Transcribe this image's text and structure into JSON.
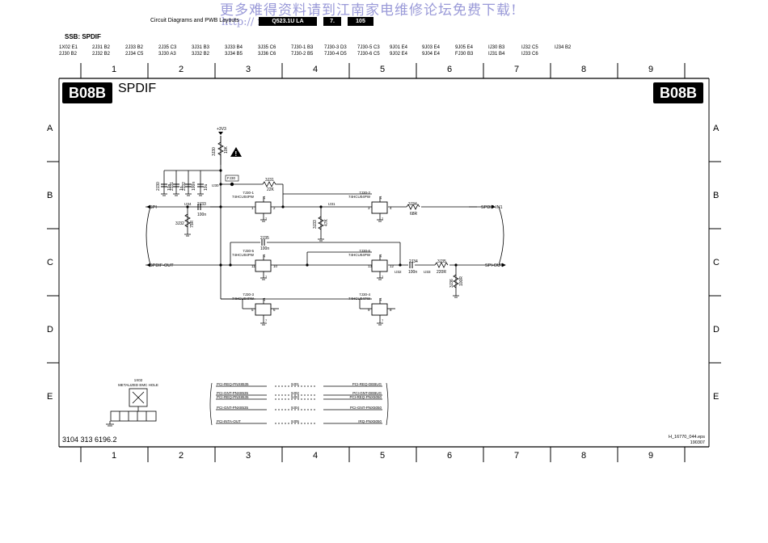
{
  "watermark": {
    "line1": "更多难得资料请到江南家电维修论坛免费下载!",
    "line2": "http://                              m"
  },
  "header": {
    "title": "Circuit Diagrams and PWB Layouts",
    "model": "Q523.1U LA",
    "section": "7.",
    "page": "105"
  },
  "ssb_title": "SSB: SPDIF",
  "refs": [
    [
      "1X02 E1",
      "2J30 B2"
    ],
    [
      "2J31 B2",
      "2J32 B2"
    ],
    [
      "2J33 B2",
      "2J34 C5"
    ],
    [
      "2J35 C3",
      "3J30 A3"
    ],
    [
      "3J31 B3",
      "3J32 B2"
    ],
    [
      "3J33 B4",
      "3J34 B5"
    ],
    [
      "3J35 C6",
      "3J36 C6"
    ],
    [
      "7J30-1 B3",
      "7J30-2 B5"
    ],
    [
      "7J30-3 D3",
      "7J30-4 D5"
    ],
    [
      "7J30-5 C3",
      "7J30-6 C5"
    ],
    [
      "9J01 E4",
      "9J02 E4"
    ],
    [
      "9J03 E4",
      "9J04 E4"
    ],
    [
      "9J05 E4",
      "FJ30 B3"
    ],
    [
      "IJ30 B3",
      "IJ31 B4"
    ],
    [
      "IJ32 C5",
      "IJ33 C6"
    ],
    [
      "IJ34 B2",
      ""
    ]
  ],
  "columns": [
    "1",
    "2",
    "3",
    "4",
    "5",
    "6",
    "7",
    "8",
    "9"
  ],
  "rows": [
    "A",
    "B",
    "C",
    "D",
    "E"
  ],
  "sheet": {
    "code": "B08B",
    "title": "SPDIF",
    "doc_number": "3104 313 6196.2",
    "eps_file": "H_16770_044.eps",
    "eps_date": "190307"
  },
  "schematic": {
    "supply": "+3V3",
    "nets": {
      "spi": "SPI",
      "spdif_in1": "SPDIF-IN1",
      "spdif_out": "SPDIF-OUT",
      "spi_out": "SPI-OUT"
    },
    "ic_type": "74HCU04PW",
    "gates": [
      {
        "ref": "7J30-1",
        "in": "1",
        "out": "2"
      },
      {
        "ref": "7J30-2",
        "in": "3",
        "out": "4"
      },
      {
        "ref": "7J30-5",
        "in": "11",
        "out": "10"
      },
      {
        "ref": "7J30-6",
        "in": "13",
        "out": "12"
      },
      {
        "ref": "7J30-3",
        "in": "5",
        "out": "6"
      },
      {
        "ref": "7J30-4",
        "in": "9",
        "out": "8"
      }
    ],
    "pin_vcc": "14",
    "pin_gnd": "7",
    "parts": {
      "r3j30": {
        "ref": "3J30",
        "val": "10K"
      },
      "r3j31": {
        "ref": "3J31",
        "val": "22K"
      },
      "r3j32": {
        "ref": "3J32",
        "val": "75R"
      },
      "r3j33": {
        "ref": "3J33",
        "val": "47K"
      },
      "r3j34": {
        "ref": "3J34",
        "val": "68R"
      },
      "r3j35": {
        "ref": "3J35",
        "val": "220R"
      },
      "r3j36": {
        "ref": "3J36",
        "val": "100R"
      },
      "c2j30": {
        "ref": "2J30",
        "val": "10n"
      },
      "c2j31": {
        "ref": "2J31",
        "val": "1n"
      },
      "c2j32": {
        "ref": "2J32",
        "val": "100n"
      },
      "c2j33": {
        "ref": "2J33",
        "val": "100n"
      },
      "c2j34": {
        "ref": "2J34",
        "val": "100n"
      },
      "c2j35": {
        "ref": "2J35",
        "val": "100n"
      },
      "c10u": {
        "val": "10u"
      },
      "fj30": "FJ30",
      "ij30": "IJ30",
      "ij31": "IJ31",
      "ij32": "IJ32",
      "ij33": "IJ33",
      "ij34": "IJ34"
    },
    "hole": {
      "ref": "1X02",
      "label": "METALIZED EMC HOLE"
    },
    "jumpers": [
      {
        "left": "PCI-REQ-PNX8535",
        "ref": "9J01",
        "right": "PCI-REQ-DEBUG"
      },
      {
        "left": "PCI-GNT-PNX8535",
        "ref": "9J02",
        "right": "PCI-GNT-DEBUG"
      },
      {
        "left": "PCI-REQ-PNX8535",
        "ref": "9J03",
        "right": "PCI-REQ-PNX5050"
      },
      {
        "left": "PCI-GNT-PNX8535",
        "ref": "9J04",
        "right": "PCI-GNT-PNX5050"
      },
      {
        "left": "PCI-INTA-OUT",
        "ref": "9J05",
        "right": "IRQ-PNX5050"
      }
    ]
  }
}
